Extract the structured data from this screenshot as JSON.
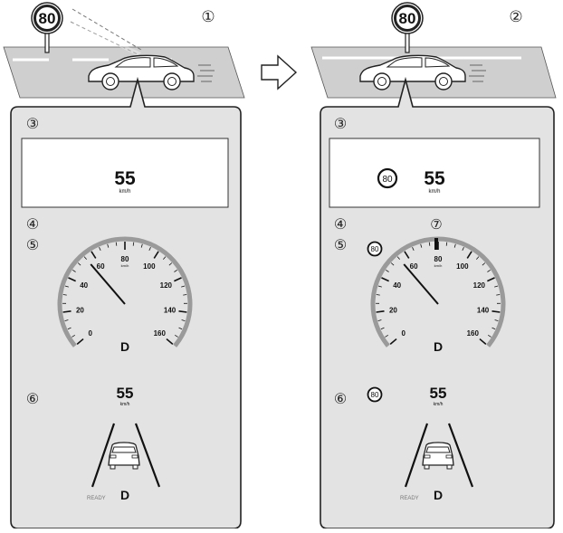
{
  "markers": {
    "left": "①",
    "right": "②",
    "panel": "③",
    "meter": "④",
    "gauge": "⑤",
    "bottom": "⑥",
    "tick": "⑦"
  },
  "sign": {
    "speed_limit": "80"
  },
  "speed": {
    "value": "55",
    "unit": "km/h"
  },
  "gauge": {
    "ticks": [
      "0",
      "20",
      "40",
      "60",
      "80",
      "100",
      "120",
      "140",
      "160"
    ],
    "unit": "km/h",
    "needle_value": 55,
    "max": 160,
    "gear": "D"
  },
  "status": {
    "ready": "READY",
    "gear": "D"
  },
  "colors": {
    "panel": "#e3e3e3",
    "road": "#cfcfcf",
    "ink": "#1a1a1a"
  }
}
